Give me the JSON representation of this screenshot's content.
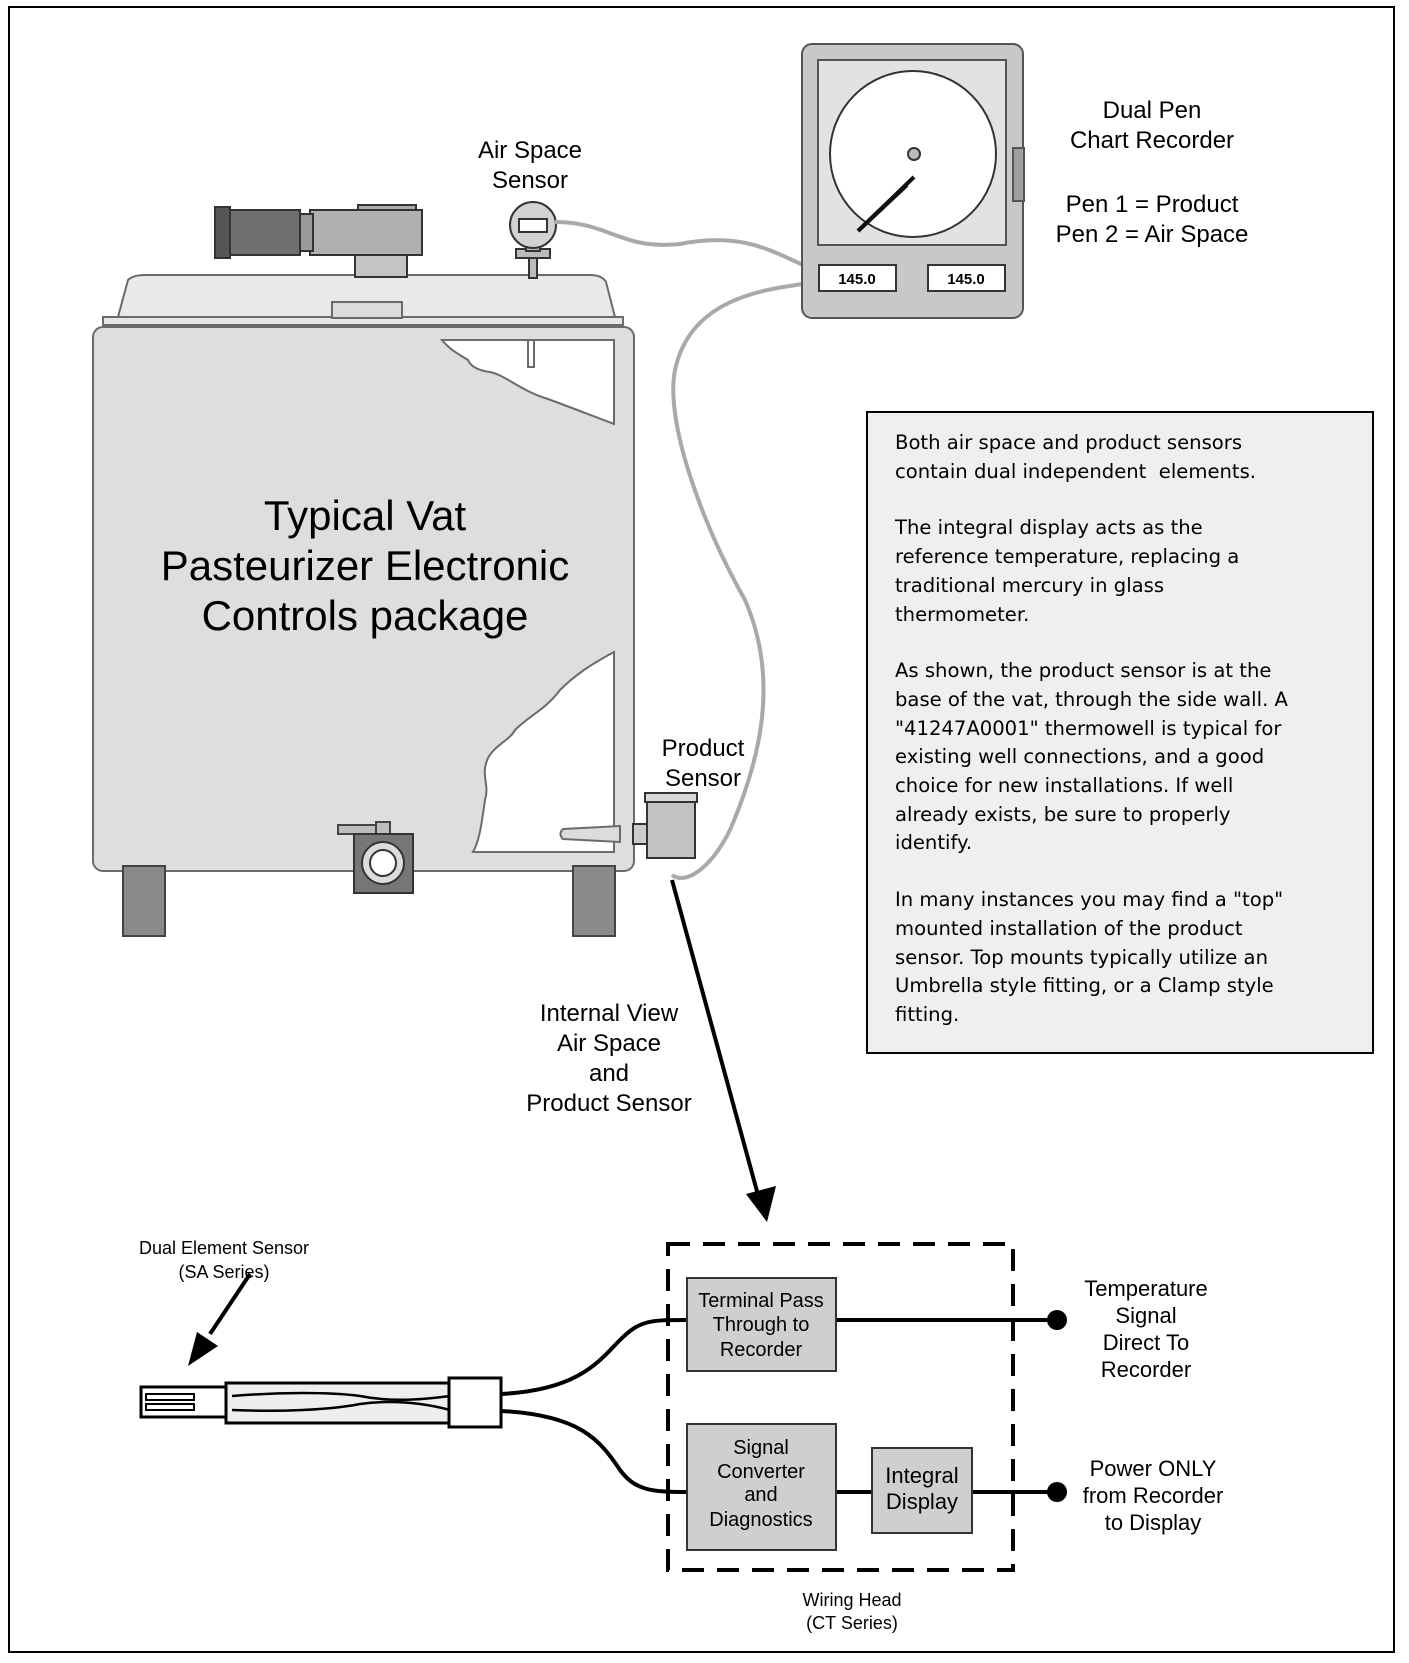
{
  "vat": {
    "title_lines": [
      "Typical Vat",
      "Pasteurizer Electronic",
      "Controls package"
    ]
  },
  "air_space_sensor": {
    "lines": [
      "Air Space",
      "Sensor"
    ]
  },
  "product_sensor": {
    "lines": [
      "Product",
      "Sensor"
    ]
  },
  "recorder": {
    "title_lines": [
      "Dual Pen",
      "Chart Recorder"
    ],
    "pen_lines": [
      "Pen 1 = Product",
      "Pen 2 = Air Space"
    ],
    "display_1": "145.0",
    "display_2": "145.0"
  },
  "notes": [
    "Both air space and product sensors\ncontain dual independent  elements.",
    "The integral display acts as the\nreference temperature, replacing a\ntraditional mercury in glass\nthermometer.",
    "As shown, the product sensor is at the\nbase of the vat, through the side wall. A\n\"41247A0001\" thermowell is typical for\nexisting well connections, and a good\nchoice for new installations. If well\nalready exists, be sure to properly\nidentify.",
    "In many instances you may find a \"top\"\nmounted installation of the product\nsensor. Top mounts typically utilize an\nUmbrella style fitting, or a Clamp style\nfitting."
  ],
  "internal_view": {
    "lines": [
      "Internal View",
      "Air Space",
      "and",
      "Product Sensor"
    ]
  },
  "dual_element_sensor": {
    "lines": [
      "Dual Element Sensor",
      "(SA Series)"
    ]
  },
  "wiring_head": {
    "lines": [
      "Wiring Head",
      "(CT Series)"
    ],
    "terminal_lines": [
      "Terminal Pass",
      "Through to",
      "Recorder"
    ],
    "converter_lines": [
      "Signal",
      "Converter",
      "and",
      "Diagnostics"
    ],
    "display_lines": [
      "Integral",
      "Display"
    ]
  },
  "temperature_signal": {
    "lines": [
      "Temperature",
      "Signal",
      "Direct To",
      "Recorder"
    ]
  },
  "power_only": {
    "lines": [
      "Power ONLY",
      "from Recorder",
      "to Display"
    ]
  },
  "colors": {
    "vat_body": "#dedede",
    "vat_stroke": "#6b6b6b",
    "note_bg": "#f0efed",
    "box_fill": "#cfcfcf",
    "cable": "#a9a9a9"
  }
}
